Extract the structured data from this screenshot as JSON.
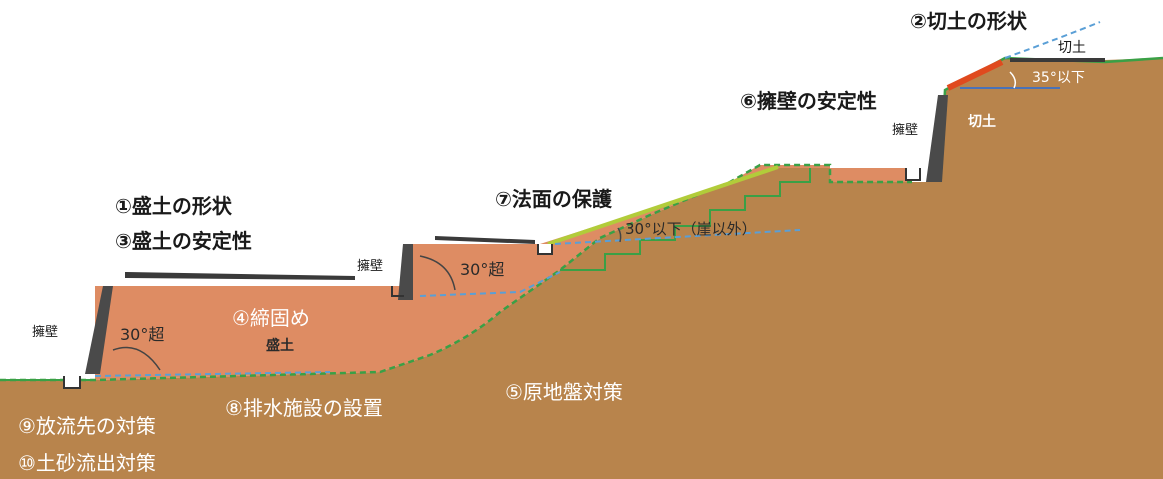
{
  "labels": {
    "fill_shape": "①盛土の形状",
    "cut_shape": "②切土の形状",
    "fill_stability": "③盛土の安定性",
    "compaction": "④締固め",
    "ground_measures": "⑤原地盤対策",
    "wall_stability": "⑥擁壁の安定性",
    "slope_protection": "⑦法面の保護",
    "drainage": "⑧排水施設の設置",
    "discharge_measures": "⑨放流先の対策",
    "sediment_measures": "⑩土砂流出対策"
  },
  "small_labels": {
    "retaining_wall": "擁壁",
    "fill": "盛土",
    "cut": "切土",
    "angle_over_30": "30°超",
    "angle_30_or_less_cliff": "30°以下（崖以外）",
    "angle_35_or_less": "35°以下"
  },
  "colors": {
    "ground": "#b8844c",
    "fill": "#de8c63",
    "ground_line": "#3aa046",
    "wall": "#4a4a4a",
    "dashed_line": "#5a9fd6",
    "slope_protection": "#b2cc3a",
    "cut_face": "#e04a1e"
  }
}
